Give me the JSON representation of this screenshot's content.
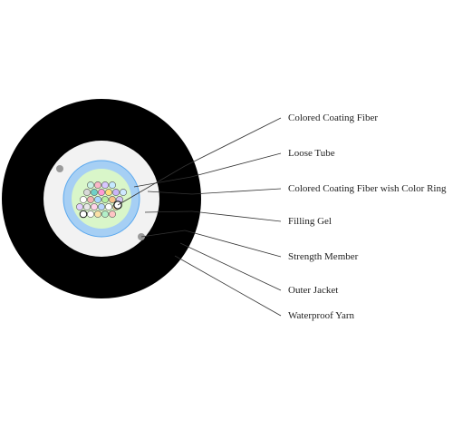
{
  "labels": [
    {
      "key": "colored-coating-fiber",
      "text": "Colored Coating Fiber"
    },
    {
      "key": "loose-tube",
      "text": "Loose Tube"
    },
    {
      "key": "colored-coating-fiber-color-ring",
      "text": "Colored Coating Fiber wish Color Ring"
    },
    {
      "key": "filling-gel",
      "text": "Filling Gel"
    },
    {
      "key": "strength-member",
      "text": "Strength Member"
    },
    {
      "key": "outer-jacket",
      "text": "Outer Jacket"
    },
    {
      "key": "waterproof-yarn",
      "text": "Waterproof Yarn"
    }
  ],
  "colors": {
    "outer_jacket": "#000000",
    "waterproof_yarn": "#f2f2f2",
    "loose_tube": "#a6cff4",
    "tube_wall": "#5aa8ee",
    "filling_gel": "#d9f6c9",
    "strength_member": "#9a9a9a",
    "leader_line": "#333333",
    "fibers": [
      "#d9d9d9",
      "#6fd0c8",
      "#ff9ad5",
      "#ffe07a",
      "#c9b4f7",
      "#ffffff",
      "#f4b2b2",
      "#a6d8ff",
      "#b6f0a2",
      "#f7c08a",
      "#d3c3f2",
      "#e8e8e8",
      "#ffd3e8",
      "#b8d7ff",
      "#ffffff",
      "#ffe5a8",
      "#c6f2e4",
      "#f9b7c7",
      "#d7c6ff",
      "#c5e9ff",
      "#ffffff",
      "#fbe2a6",
      "#b3f0c8",
      "#ffc4c4",
      "#e4d0ff",
      "#cfe8ff"
    ]
  }
}
